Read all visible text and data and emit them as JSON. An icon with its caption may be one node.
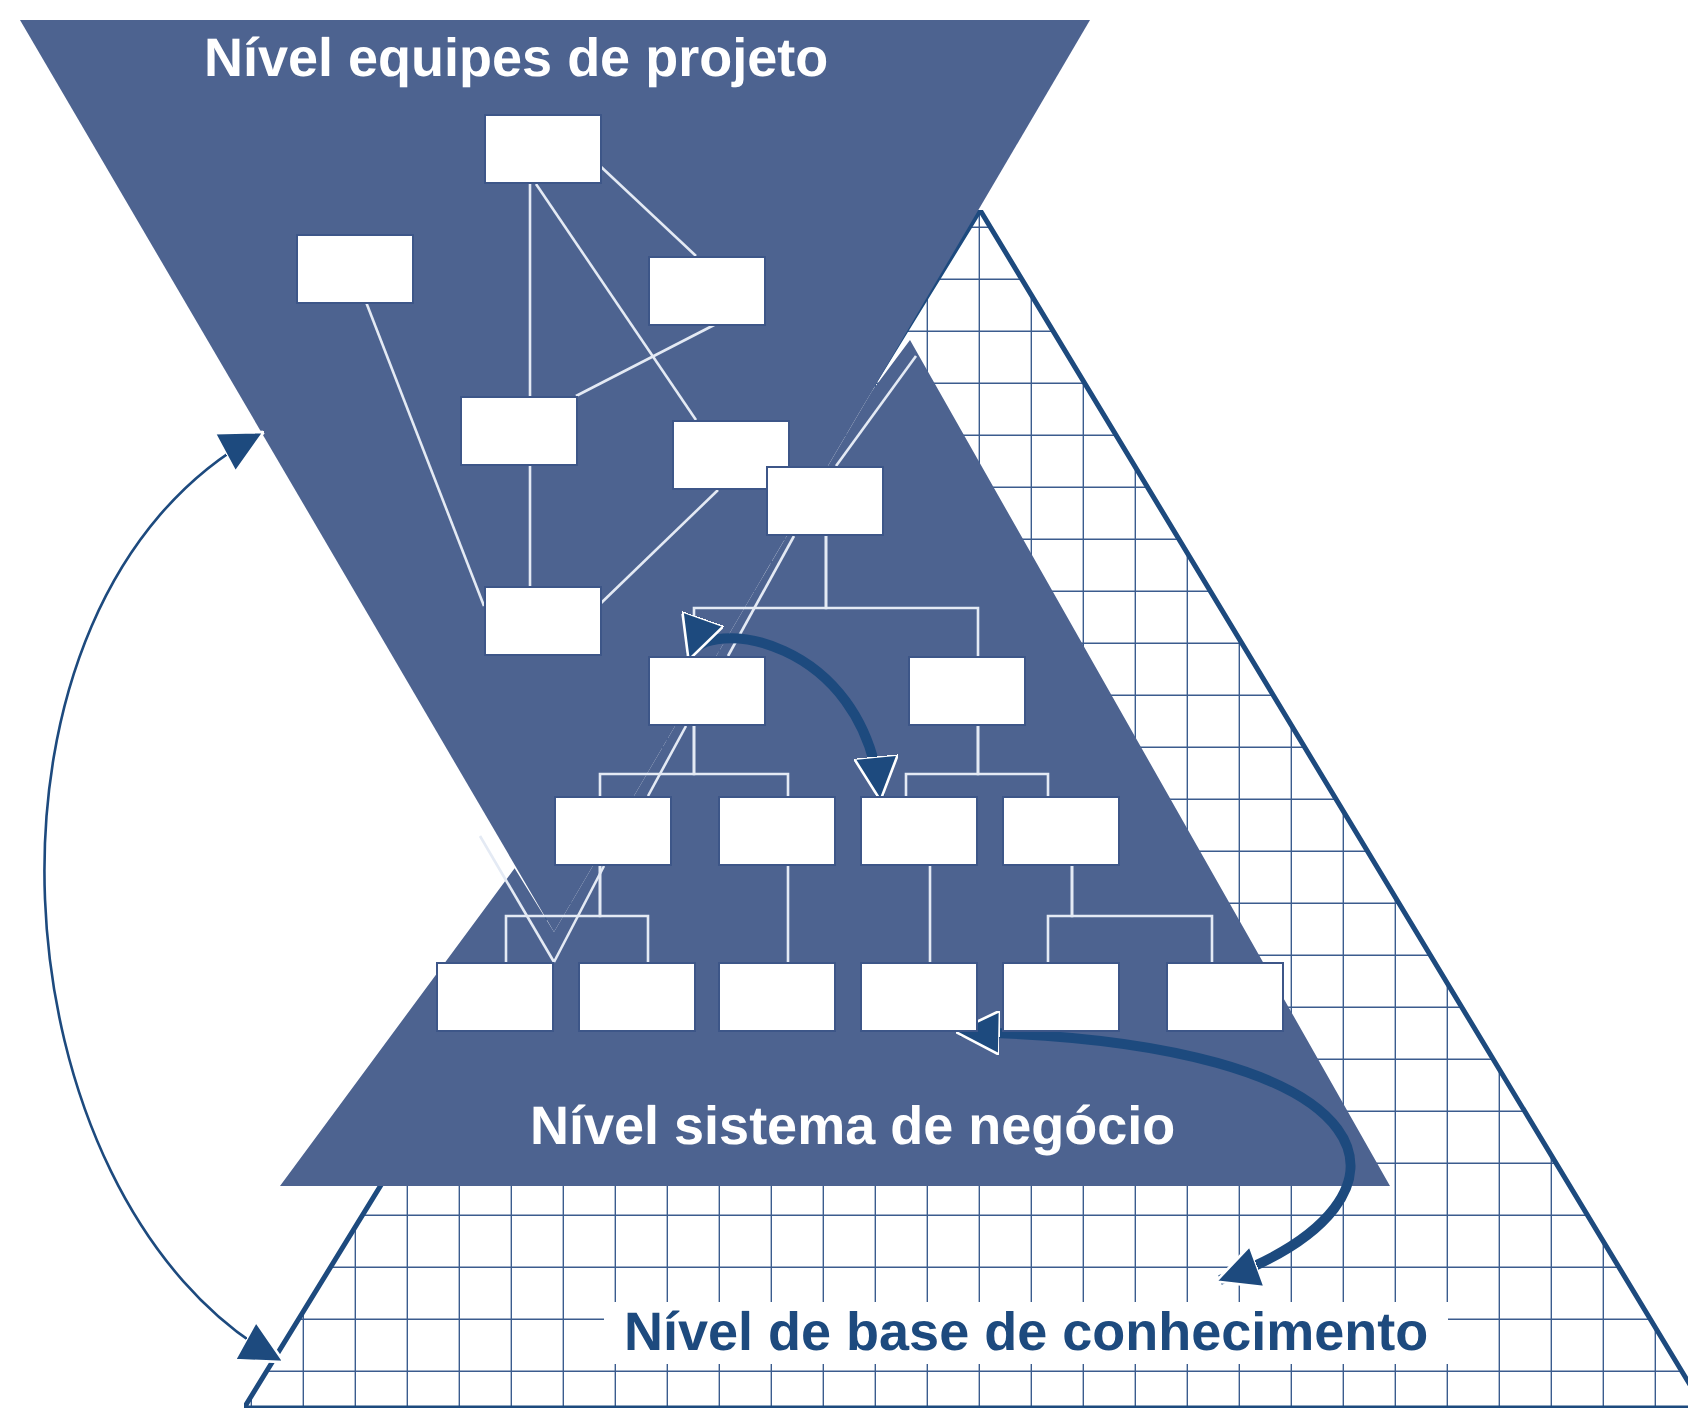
{
  "diagram": {
    "nodes": [
      {
        "text": [
          "Nível equipes de projeto"
        ]
      },
      {
        "text": [
          "Nível sistema de negócio"
        ],
        "in": 2
      },
      {
        "text": [
          "Nível de base de conhecimento"
        ]
      },
      {
        "text": [],
        "shape": "box",
        "in": 0
      },
      {
        "text": [],
        "shape": "box",
        "in": 0
      },
      {
        "text": [],
        "shape": "box",
        "in": 0
      },
      {
        "text": [],
        "shape": "box",
        "in": 0
      },
      {
        "text": [],
        "shape": "box",
        "in": 0
      },
      {
        "text": [],
        "shape": "box",
        "in": 1
      },
      {
        "text": [],
        "shape": "box",
        "in": 0
      },
      {
        "text": [],
        "shape": "box",
        "in": 1
      },
      {
        "text": [],
        "shape": "box",
        "in": 1
      },
      {
        "text": [],
        "shape": "box"
      },
      {
        "text": [],
        "shape": "box",
        "in": 1
      },
      {
        "text": [],
        "shape": "box",
        "in": 1
      },
      {
        "text": [],
        "shape": "box",
        "in": 1
      },
      {
        "text": [],
        "shape": "box",
        "in": 1
      },
      {
        "text": [],
        "shape": "box",
        "in": 1
      },
      {
        "text": [],
        "shape": "box",
        "in": 1
      },
      {
        "text": [],
        "shape": "box",
        "in": 1
      },
      {
        "text": [],
        "shape": "box",
        "in": 1
      },
      {
        "text": [],
        "shape": "box",
        "in": 1
      }
    ],
    "edges": [
      {
        "from": 3,
        "to": 6,
        "arrow": "none"
      },
      {
        "from": 3,
        "to": 7,
        "arrow": "none"
      },
      {
        "from": 3,
        "to": 5,
        "arrow": "none"
      },
      {
        "from": 5,
        "to": 6,
        "arrow": "none"
      },
      {
        "from": 4,
        "to": 9,
        "arrow": "none"
      },
      {
        "from": 6,
        "to": 9,
        "arrow": "none"
      },
      {
        "from": 7,
        "to": 9,
        "arrow": "none"
      },
      {
        "from": 8,
        "to": 2,
        "arrow": "none"
      },
      {
        "from": 8,
        "to": 10,
        "arrow": "none"
      },
      {
        "from": 8,
        "to": 10,
        "arrow": "none"
      },
      {
        "from": 8,
        "to": 11,
        "arrow": "none"
      },
      {
        "from": 10,
        "to": 12,
        "arrow": "none"
      },
      {
        "from": 10,
        "to": 13,
        "arrow": "none"
      },
      {
        "from": 10,
        "to": 12,
        "arrow": "none"
      },
      {
        "from": 11,
        "to": 14,
        "arrow": "none"
      },
      {
        "from": 11,
        "to": 15,
        "arrow": "none"
      },
      {
        "from": 12,
        "to": 16,
        "arrow": "none"
      },
      {
        "from": 12,
        "to": 17,
        "arrow": "none"
      },
      {
        "from": 12,
        "to": 16,
        "arrow": "none"
      },
      {
        "from": 0,
        "to": 16,
        "arrow": "none"
      },
      {
        "from": 13,
        "to": 18,
        "arrow": "none"
      },
      {
        "from": 14,
        "to": 19,
        "arrow": "none"
      },
      {
        "from": 15,
        "to": 20,
        "arrow": "none"
      },
      {
        "from": 15,
        "to": 21,
        "arrow": "none"
      },
      {
        "from": 10,
        "to": 14,
        "arrow": "both",
        "style": "thick",
        "color": "#1d4a7e"
      },
      {
        "from": 19,
        "to": 2,
        "arrow": "both",
        "style": "thick",
        "color": "#1d4a7e"
      },
      {
        "from": 0,
        "to": 2,
        "arrow": "both",
        "color": "#1d4a7e"
      }
    ]
  }
}
